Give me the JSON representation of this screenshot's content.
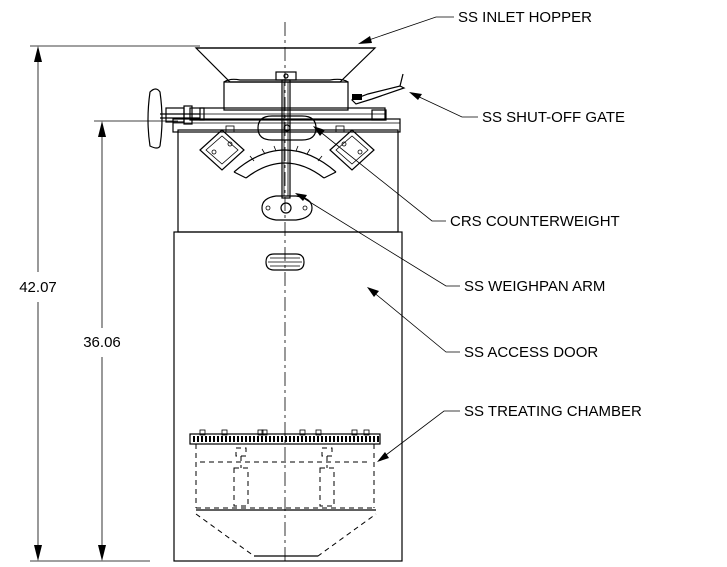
{
  "labels": {
    "inlet_hopper": "SS INLET HOPPER",
    "shutoff_gate": "SS SHUT-OFF GATE",
    "counterweight": "CRS COUNTERWEIGHT",
    "weighpan_arm": "SS WEIGHPAN ARM",
    "access_door": "SS ACCESS DOOR",
    "treating_chamber": "SS TREATING CHAMBER"
  },
  "dimensions": {
    "overall_height": "42.07",
    "body_height": "36.06"
  }
}
